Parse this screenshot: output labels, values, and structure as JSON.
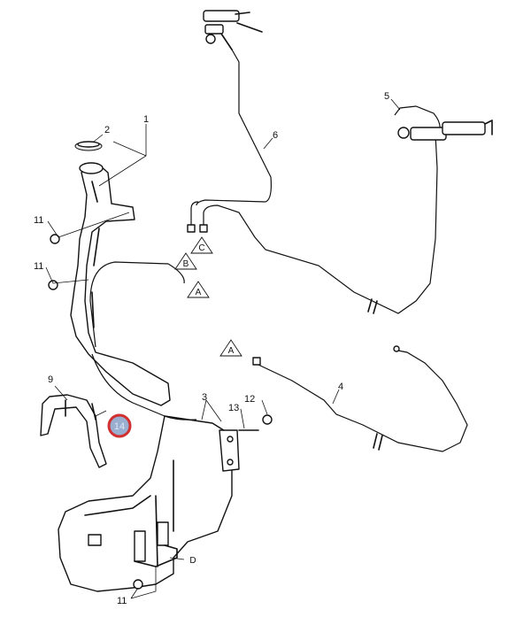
{
  "callouts": {
    "c1": "1",
    "c2": "2",
    "c3": "3",
    "c4": "4",
    "c5": "5",
    "c6": "6",
    "c9": "9",
    "c11a": "11",
    "c11b": "11",
    "c11c": "11",
    "c12": "12",
    "c13": "13",
    "c14": "14"
  },
  "connectors": {
    "a1": "A",
    "a2": "A",
    "b": "B",
    "c": "C",
    "d": "D"
  },
  "highlight": {
    "color": "#d23030",
    "fill": "#9aaed0"
  }
}
